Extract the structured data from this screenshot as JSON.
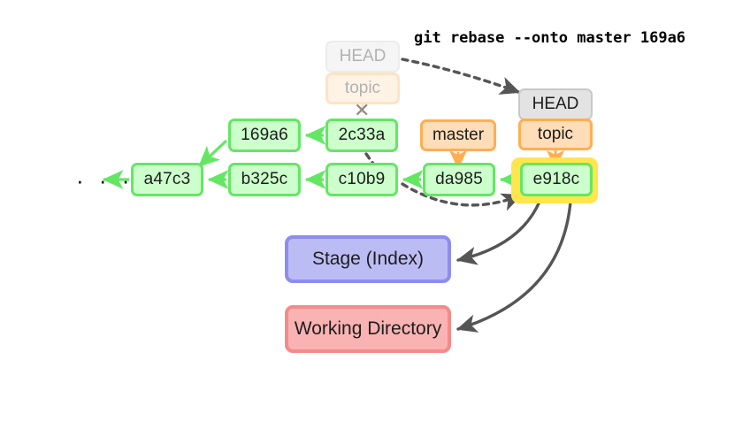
{
  "diagram": {
    "title": "git rebase onto diagram",
    "command": "git rebase --onto master 169a6",
    "ellipsis": "· · ·",
    "xmark": "✕"
  },
  "colors": {
    "commit_fill": "#ccffcc",
    "commit_border": "#63e763",
    "ref_head_fill": "#e3e3e3",
    "ref_head_border": "#c9c9c9",
    "ref_branch_fill": "#ffddb8",
    "ref_branch_border": "#ffae52",
    "highlight": "#ffe64d",
    "stage_fill": "#bcbcf5",
    "stage_border": "#8d8df0",
    "workdir_fill": "#f9b3b3",
    "workdir_border": "#f58a8a",
    "edge_commit": "#63e763",
    "edge_ref": "#ffae52",
    "edge_move": "#555555",
    "ghost_text": "#9a9a9a"
  },
  "ghost_refs": {
    "head_label": "HEAD",
    "topic_label": "topic"
  },
  "refs": {
    "head_label": "HEAD",
    "topic_label": "topic",
    "master_label": "master"
  },
  "commits": {
    "upper": [
      {
        "id": "169a6"
      },
      {
        "id": "2c33a"
      }
    ],
    "lower": [
      {
        "id": "a47c3"
      },
      {
        "id": "b325c"
      },
      {
        "id": "c10b9"
      },
      {
        "id": "da985"
      },
      {
        "id": "e918c"
      }
    ]
  },
  "areas": {
    "stage_label": "Stage (Index)",
    "workdir_label": "Working Directory"
  }
}
